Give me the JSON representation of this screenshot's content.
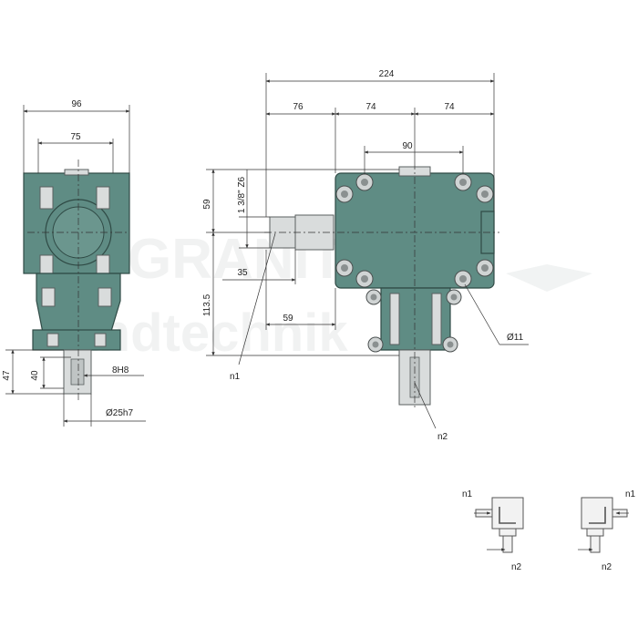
{
  "watermark": {
    "line1": "GRANIT",
    "line2": "Landtechnik"
  },
  "side_view": {
    "width_overall": "96",
    "width_flange": "75",
    "shaft_length_total": "47",
    "shaft_length_key": "40",
    "key_fit": "8H8",
    "shaft_diameter": "Ø25h7"
  },
  "front_view": {
    "width_total": "224",
    "seg_left": "76",
    "seg_mid": "74",
    "seg_right": "74",
    "bolt_spacing": "90",
    "height_upper": "59",
    "height_lower": "113.5",
    "spline": "1 3/8\" Z6",
    "input_dim_a": "35",
    "input_dim_b": "59",
    "hole_diameter": "Ø11",
    "input_label": "n1",
    "output_label": "n2"
  },
  "rotation_icons": [
    {
      "input_label": "n1",
      "output_label": "n2"
    },
    {
      "input_label": "n1",
      "output_label": "n2"
    }
  ],
  "colors": {
    "body": "#5f8c84",
    "outline": "#2f4a45",
    "shaft": "#d9dcdc"
  }
}
